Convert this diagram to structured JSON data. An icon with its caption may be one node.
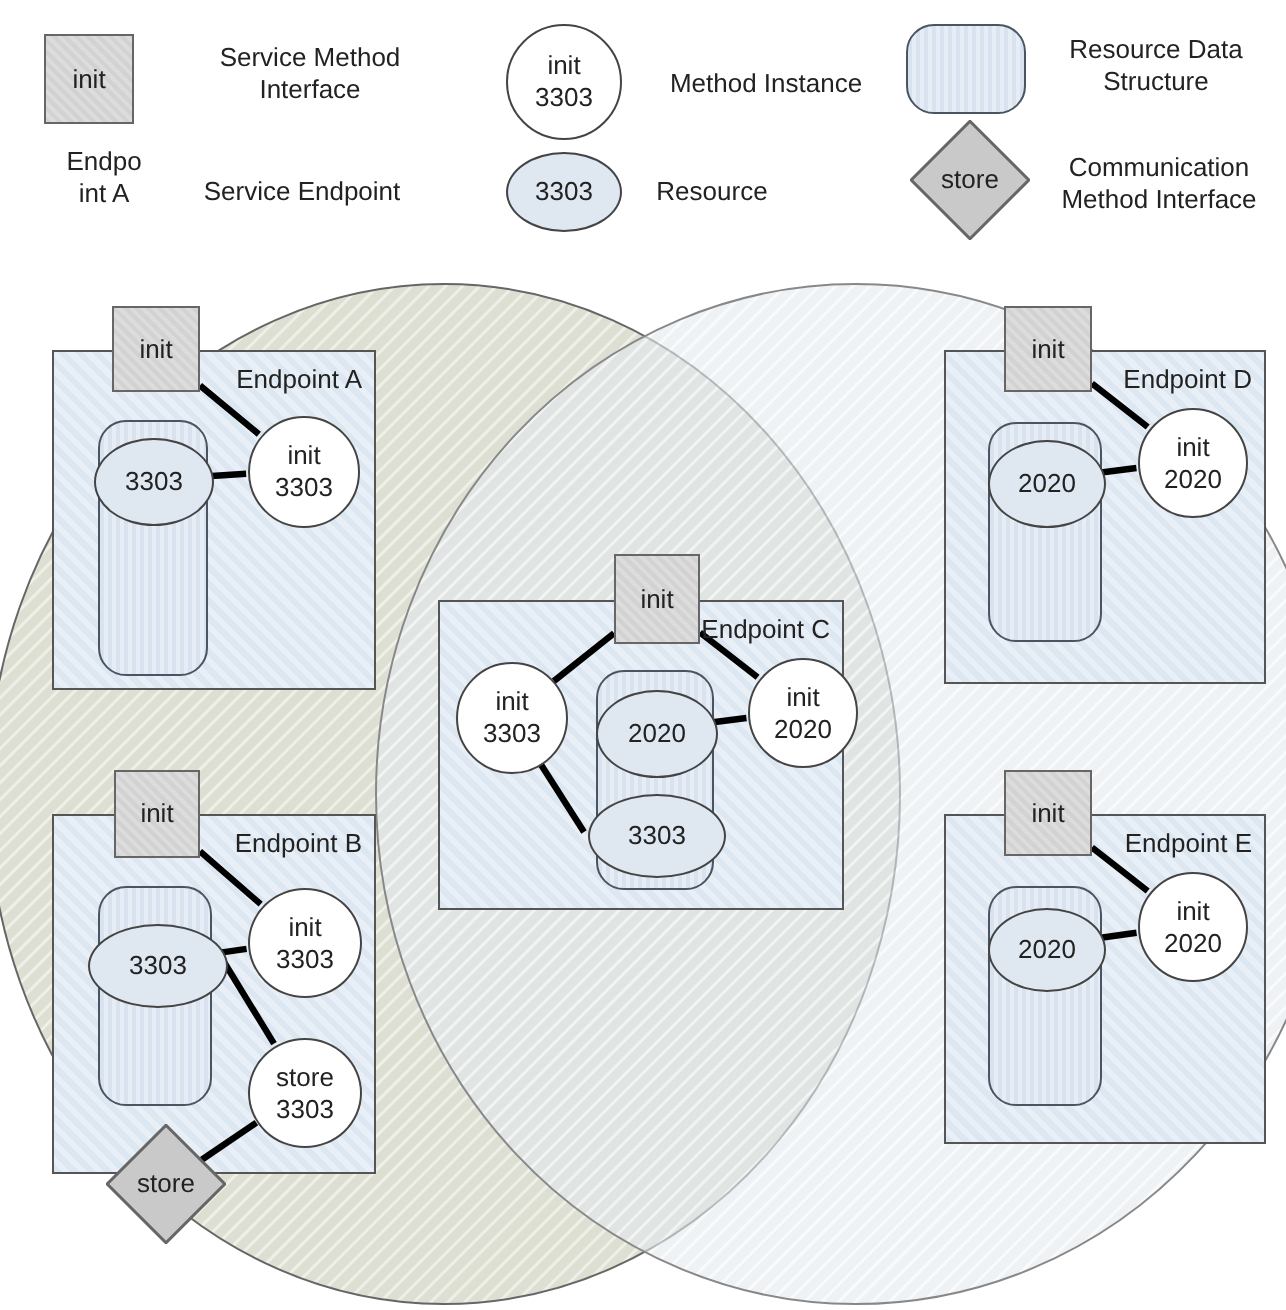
{
  "diagram": {
    "nodes": [
      {
        "text": [
          "init"
        ],
        "beside": [
          "Service Method Interface"
        ]
      },
      {
        "text": [
          "init 3303"
        ],
        "beside": [
          "Method Instance"
        ]
      },
      {
        "text": [],
        "shape": "box",
        "beside": [
          "Resource Data Structure"
        ]
      },
      {
        "text": [
          "Endpo int A"
        ],
        "beside": [
          "Service Endpoint"
        ]
      },
      {
        "text": [
          "3303"
        ],
        "beside": [
          "Resource"
        ]
      },
      {
        "text": [
          "store"
        ],
        "beside": [
          "Communication Method Interface"
        ]
      },
      {
        "text": [
          "Endpoint A"
        ]
      },
      {
        "text": [
          "init"
        ]
      },
      {
        "text": [],
        "shape": "box",
        "in": 6
      },
      {
        "text": [
          "3303"
        ],
        "in": 6
      },
      {
        "text": [
          "init 3303"
        ],
        "in": 6
      },
      {
        "text": [
          "Endpoint D"
        ]
      },
      {
        "text": [
          "init"
        ]
      },
      {
        "text": [],
        "shape": "box",
        "in": 11
      },
      {
        "text": [
          "2020"
        ],
        "in": 13
      },
      {
        "text": [
          "init 2020"
        ],
        "in": 11
      },
      {
        "text": [
          "Endpoint C"
        ]
      },
      {
        "text": [
          "init"
        ]
      },
      {
        "text": [
          "init 3303"
        ],
        "in": 16
      },
      {
        "text": [],
        "shape": "box",
        "in": 16
      },
      {
        "text": [
          "2020"
        ],
        "in": 19
      },
      {
        "text": [
          "3303"
        ],
        "in": 19
      },
      {
        "text": [
          "init 2020"
        ],
        "in": 16
      },
      {
        "text": [
          "Endpoint B"
        ]
      },
      {
        "text": [
          "init"
        ]
      },
      {
        "text": [],
        "shape": "box",
        "in": 23
      },
      {
        "text": [
          "3303"
        ],
        "in": 25
      },
      {
        "text": [
          "init 3303"
        ],
        "in": 23
      },
      {
        "text": [
          "store 3303"
        ],
        "in": 23
      },
      {
        "text": [
          "store"
        ]
      },
      {
        "text": [
          "Endpoint E"
        ]
      },
      {
        "text": [
          "init"
        ]
      },
      {
        "text": [],
        "shape": "box",
        "in": 30
      },
      {
        "text": [
          "2020"
        ],
        "in": 32
      },
      {
        "text": [
          "init 2020"
        ],
        "in": 30
      }
    ],
    "edges": [
      {
        "from": 7,
        "to": 10,
        "arrow": "none"
      },
      {
        "from": 10,
        "to": 9,
        "arrow": "none"
      },
      {
        "from": 12,
        "to": 15,
        "arrow": "none"
      },
      {
        "from": 15,
        "to": 14,
        "arrow": "none"
      },
      {
        "from": 17,
        "to": 18,
        "arrow": "none"
      },
      {
        "from": 17,
        "to": 22,
        "arrow": "none"
      },
      {
        "from": 22,
        "to": 20,
        "arrow": "none"
      },
      {
        "from": 18,
        "to": 21,
        "arrow": "none"
      },
      {
        "from": 24,
        "to": 27,
        "arrow": "none"
      },
      {
        "from": 27,
        "to": 26,
        "arrow": "none"
      },
      {
        "from": 26,
        "to": 28,
        "arrow": "none"
      },
      {
        "from": 28,
        "to": 29,
        "arrow": "none"
      },
      {
        "from": 31,
        "to": 34,
        "arrow": "none"
      },
      {
        "from": 34,
        "to": 33,
        "arrow": "none"
      }
    ]
  }
}
